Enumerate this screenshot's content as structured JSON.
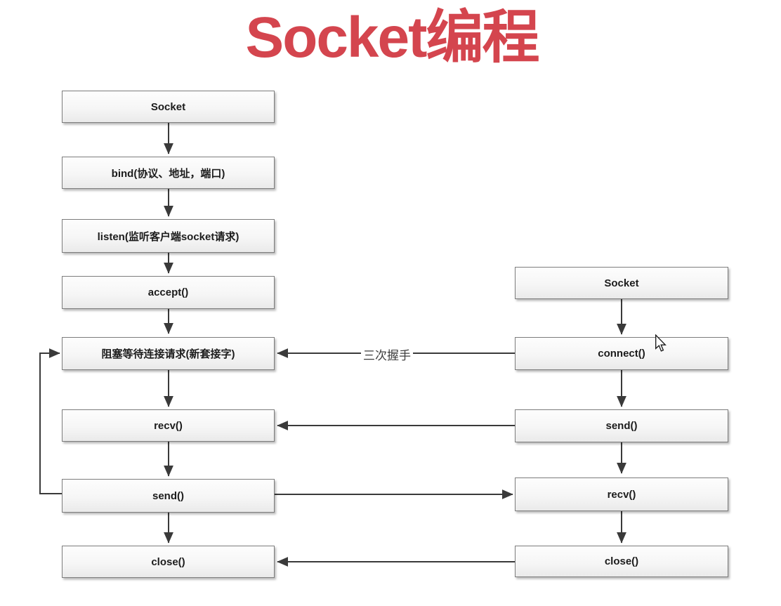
{
  "title": "Socket编程",
  "flowchart": {
    "server": {
      "nodes": [
        "Socket",
        "bind(协议、地址，端口)",
        "listen(监听客户端socket请求)",
        "accept()",
        "阻塞等待连接请求(新套接字)",
        "recv()",
        "send()",
        "close()"
      ]
    },
    "client": {
      "nodes": [
        "Socket",
        "connect()",
        "send()",
        "recv()",
        "close()"
      ]
    },
    "labels": {
      "handshake": "三次握手"
    }
  },
  "colors": {
    "title_red": "#d4454e",
    "box_border": "#7d7d7d",
    "box_fill": "#f6f6f6",
    "connector": "#3a3a3a",
    "text": "#1c1c1c"
  }
}
